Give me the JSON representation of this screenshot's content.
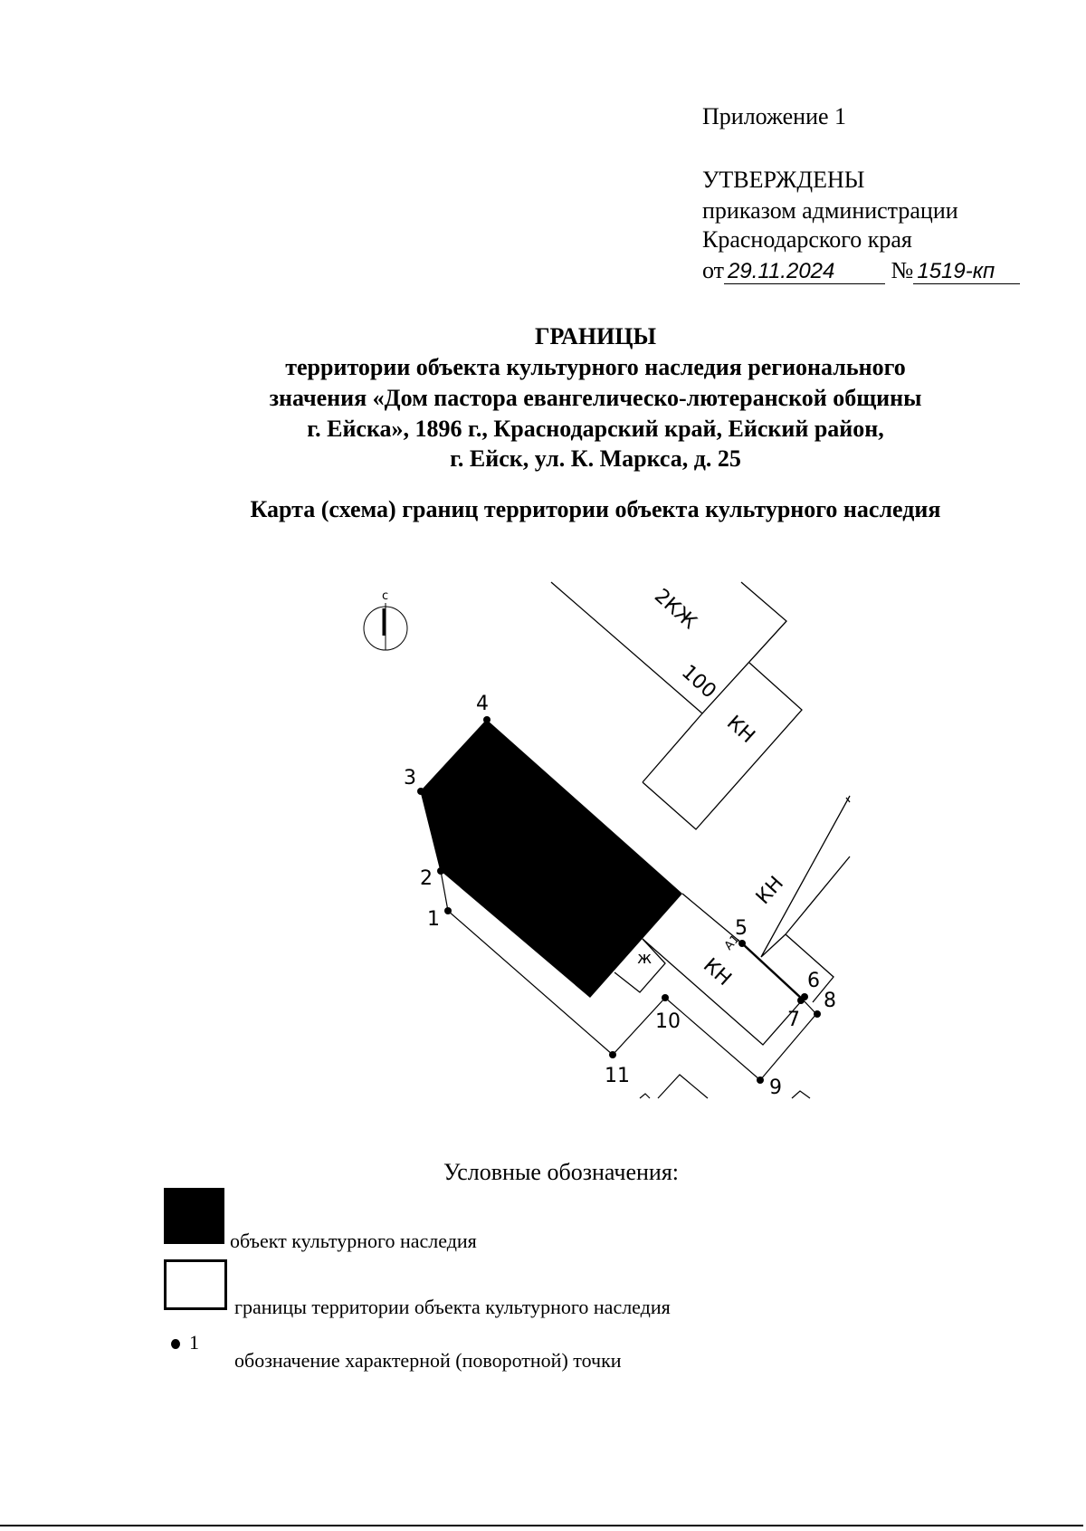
{
  "header": {
    "appendix": "Приложение 1",
    "approved": "УТВЕРЖДЕНЫ",
    "approved_by_line1": "приказом администрации",
    "approved_by_line2": "Краснодарского края",
    "date_prefix": "от",
    "date": "29.11.2024",
    "number_prefix": "№",
    "number": "1519-кп"
  },
  "title": {
    "heading": "ГРАНИЦЫ",
    "lines": [
      "территории объекта культурного наследия регионального",
      "значения «Дом пастора евангелическо-лютеранской общины",
      "г. Ейска», 1896 г., Краснодарский край, Ейский район,",
      "г. Ейск, ул. К. Маркса, д. 25"
    ],
    "subtitle": "Карта (схема) границ территории объекта культурного наследия"
  },
  "map": {
    "north_label": "с",
    "points": [
      "1",
      "2",
      "3",
      "4",
      "5",
      "6",
      "7",
      "8",
      "9",
      "10",
      "11"
    ],
    "building_labels": {
      "b2kzh": "2КЖ",
      "b100": "100",
      "kn_upper": "КН",
      "kn_right": "КН",
      "kn_lower": "КН",
      "a1": "А1",
      "zh": "ж"
    },
    "colors": {
      "object_fill": "#000000",
      "line": "#000000"
    }
  },
  "legend": {
    "heading": "Условные обозначения:",
    "items": [
      {
        "symbol": "black-filled-rectangle",
        "label": "объект культурного наследия"
      },
      {
        "symbol": "outlined-rectangle",
        "label": "границы территории объекта культурного наследия"
      },
      {
        "symbol": "dot",
        "sample": "1",
        "label": "обозначение характерной (поворотной) точки"
      }
    ]
  }
}
